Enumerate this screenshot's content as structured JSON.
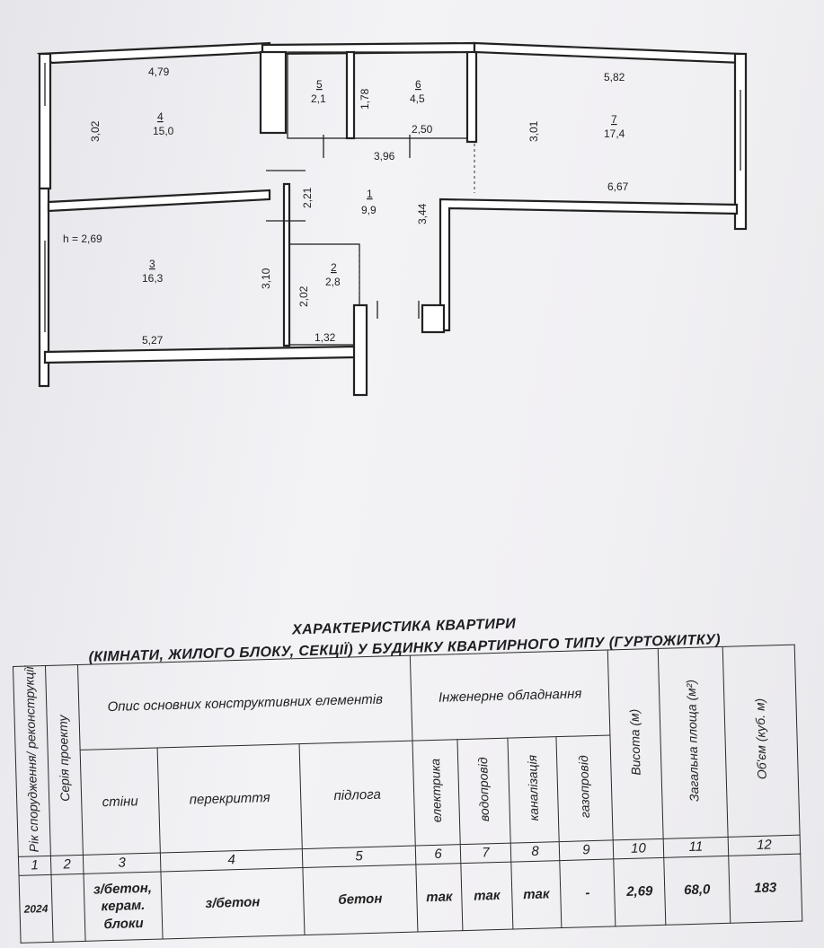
{
  "plan": {
    "ceiling_height": "h = 2,69",
    "rooms": [
      {
        "no": "1",
        "area": "9,9"
      },
      {
        "no": "2",
        "area": "2,8"
      },
      {
        "no": "3",
        "area": "16,3"
      },
      {
        "no": "4",
        "area": "15,0"
      },
      {
        "no": "5",
        "area": "2,1"
      },
      {
        "no": "6",
        "area": "4,5"
      },
      {
        "no": "7",
        "area": "17,4"
      }
    ],
    "dimensions": {
      "d479": "4,79",
      "d302": "3,02",
      "d582": "5,82",
      "d301": "3,01",
      "d178": "1,78",
      "d250": "2,50",
      "d396": "3,96",
      "d221": "2,21",
      "d344": "3,44",
      "d667": "6,67",
      "d310": "3,10",
      "d202": "2,02",
      "d527": "5,27",
      "d132": "1,32"
    }
  },
  "title": {
    "line1": "ХАРАКТЕРИСТИКА КВАРТИРИ",
    "line2": "(КІМНАТИ, ЖИЛОГО БЛОКУ, СЕКЦІЇ) У БУДИНКУ КВАРТИРНОГО ТИПУ (ГУРТОЖИТКУ)"
  },
  "table": {
    "headers": {
      "year": "Рік спорудження/ реконструкції",
      "series": "Серія проекту",
      "description": "Опис основних конструктивних елементів",
      "walls": "стіни",
      "floors_between": "перекриття",
      "floor": "підлога",
      "engineering": "Інженерне обладнання",
      "electric": "електрика",
      "water": "водопровід",
      "sewer": "каналізація",
      "gas": "газопровід",
      "height": "Висота (м)",
      "total_area": "Загальна площа (м²)",
      "volume": "Об'єм (куб. м)"
    },
    "column_numbers": [
      "1",
      "2",
      "3",
      "4",
      "5",
      "6",
      "7",
      "8",
      "9",
      "10",
      "11",
      "12"
    ],
    "row": {
      "year": "2024",
      "series": "",
      "walls_line1": "з/бетон,",
      "walls_line2": "керам.",
      "walls_line3": "блоки",
      "floors_between": "з/бетон",
      "floor": "бетон",
      "electric": "так",
      "water": "так",
      "sewer": "так",
      "gas": "-",
      "height": "2,69",
      "total_area": "68,0",
      "volume": "183"
    }
  }
}
